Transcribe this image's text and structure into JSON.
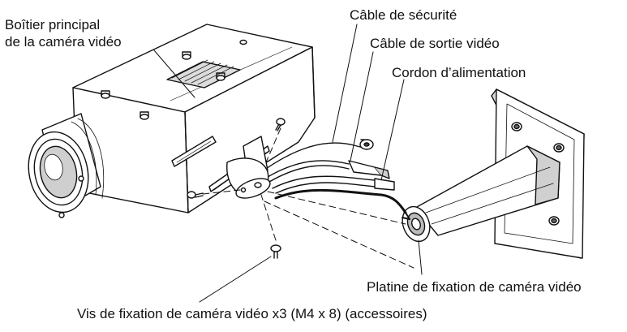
{
  "labels": {
    "housing_line1": "Boîtier principal",
    "housing_line2": "de la caméra vidéo",
    "safety_cable": "Câble de sécurité",
    "video_cable": "Câble de sortie vidéo",
    "power_cord": "Cordon d’alimentation",
    "bracket": "Platine de fixation de caméra vidéo",
    "screws": "Vis de fixation de caméra vidéo x3 (M4 x 8) (accessoires)"
  },
  "colors": {
    "line": "#111111",
    "fill": "#ffffff",
    "shade": "#dcdcdc",
    "dark": "#555555"
  }
}
